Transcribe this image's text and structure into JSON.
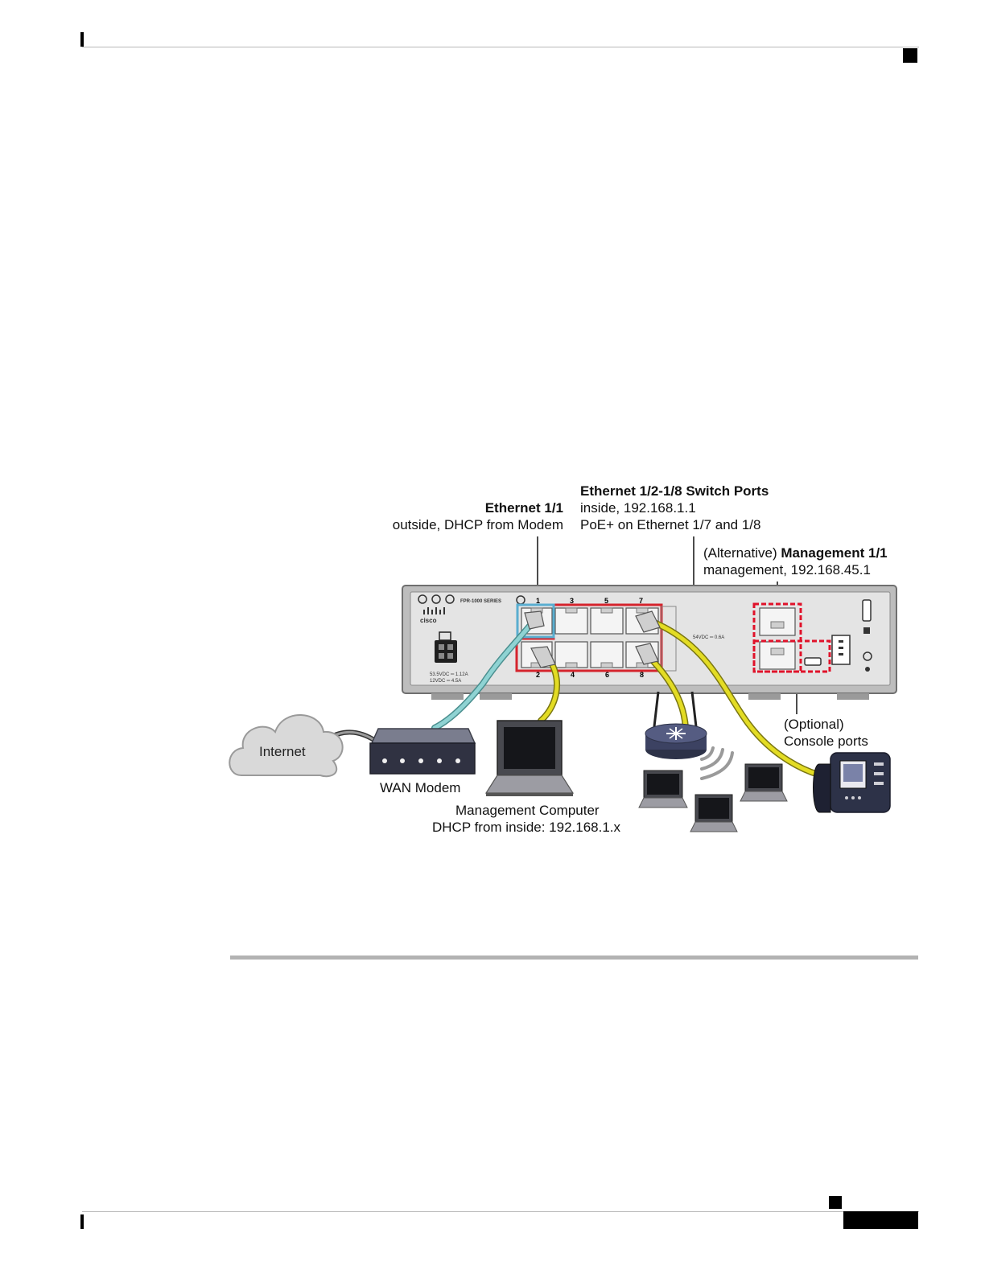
{
  "diagram": {
    "ethernet11": {
      "title": "Ethernet 1/1",
      "line1": "outside, DHCP from Modem"
    },
    "switch_ports": {
      "title": "Ethernet 1/2-1/8 Switch Ports",
      "line1": "inside, 192.168.1.1",
      "line2": "PoE+ on Ethernet 1/7 and 1/8"
    },
    "management": {
      "prefix": "(Alternative) ",
      "title": "Management 1/1",
      "line1": "management, 192.168.45.1"
    },
    "console": {
      "line1": "(Optional)",
      "line2": "Console ports"
    },
    "internet": "Internet",
    "wan_modem": "WAN Modem",
    "mgmt_computer": {
      "line1": "Management Computer",
      "line2": "DHCP from inside: 192.168.1.x"
    },
    "device": {
      "brand": "cisco",
      "model": "FPR-1000 SERIES",
      "port_numbers_top": [
        "1",
        "3",
        "5",
        "7"
      ],
      "port_numbers_bottom": [
        "2",
        "4",
        "6",
        "8"
      ],
      "power_rating_1": "53.5VDC ═ 1.12A",
      "power_rating_2": "12VDC ═ 4.5A",
      "poe_rating": "54VDC ═ 0.6A"
    },
    "colors": {
      "outside": "#5aaed0",
      "inside": "#d5242d",
      "console": "#e0122a",
      "cable_yellow": "#d9d21a",
      "cable_teal": "#7ec6c6"
    }
  }
}
